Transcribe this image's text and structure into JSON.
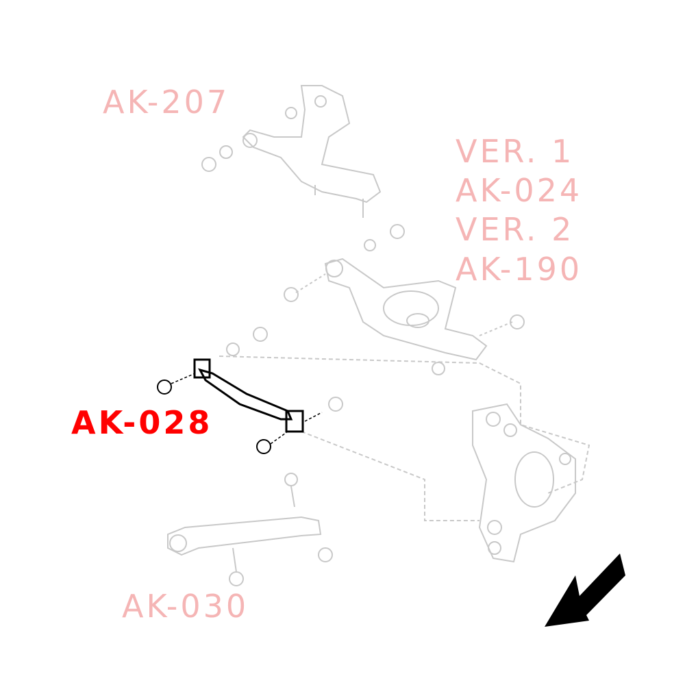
{
  "labels": {
    "upper_arm": "AK-207",
    "ver1": "VER. 1",
    "ver1_part": "AK-024",
    "ver2": "VER. 2",
    "ver2_part": "AK-190",
    "highlighted": "AK-028",
    "lower_link": "AK-030"
  },
  "colors": {
    "faded_label": "#f5b5b5",
    "highlight_label": "#ff0000",
    "line_drawing": "#c8c8c8",
    "highlighted_part": "#000000",
    "direction_arrow": "#000000"
  },
  "icons": {
    "direction": "arrow-down-left-icon"
  }
}
